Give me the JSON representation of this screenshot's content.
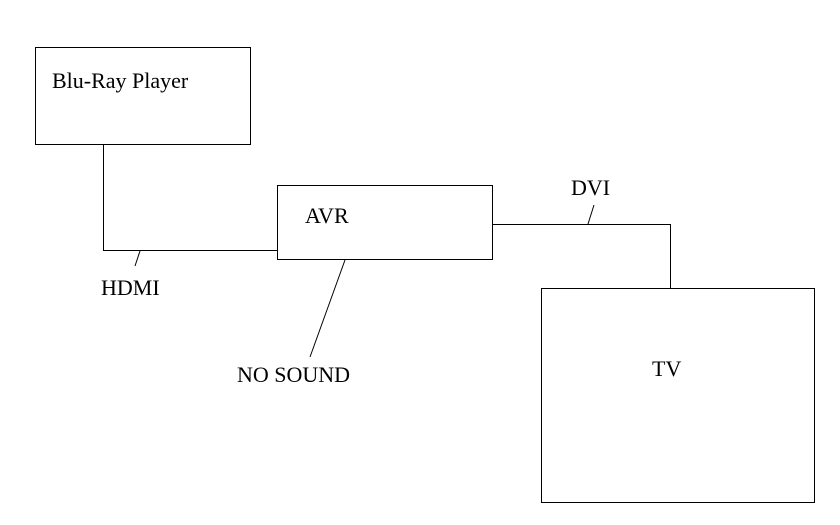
{
  "diagram": {
    "nodes": {
      "bluray": {
        "label": "Blu-Ray Player"
      },
      "avr": {
        "label": "AVR"
      },
      "tv": {
        "label": "TV"
      }
    },
    "connections": {
      "hdmi": {
        "label": "HDMI"
      },
      "dvi": {
        "label": "DVI"
      }
    },
    "annotations": {
      "no_sound": {
        "label": "NO SOUND"
      }
    }
  }
}
